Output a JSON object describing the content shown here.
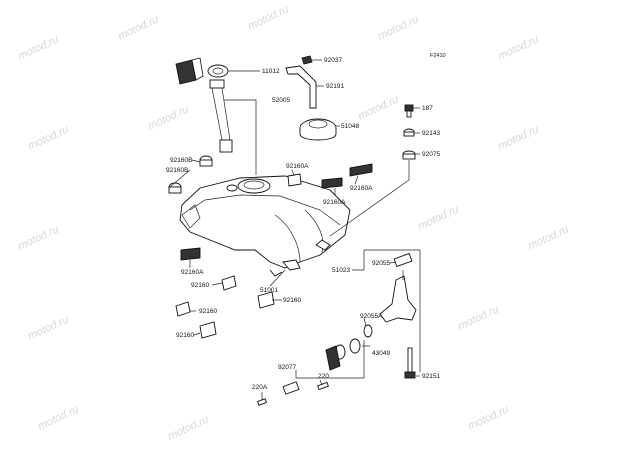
{
  "figure_id": "F2410",
  "watermark": "motod.ru",
  "front_marker_icon": "front-arrow-icon",
  "colors": {
    "line": "#222222",
    "text": "#111111",
    "watermark": "#d7d7d7"
  },
  "parts": {
    "p11012": "11012",
    "p52005": "52005",
    "p92037": "92037",
    "p92191": "92191",
    "p51048": "51048",
    "p187": "187",
    "p92143": "92143",
    "p92075": "92075",
    "p92160B_a": "92160B",
    "p92160B_b": "92160B",
    "p92160A_a": "92160A",
    "p92160A_b": "92160A",
    "p92160A_c": "92160A",
    "p92160A_d": "92160A",
    "p92160_a": "92160",
    "p92160_b": "92160",
    "p92160_c": "92160",
    "p92160_d": "92160",
    "p51001": "51001",
    "p51023": "51023",
    "p92055": "92055",
    "p92055A": "92055A",
    "p43049": "43049",
    "p92077": "92077",
    "p220": "220",
    "p220A": "220A",
    "p92151": "92151"
  }
}
